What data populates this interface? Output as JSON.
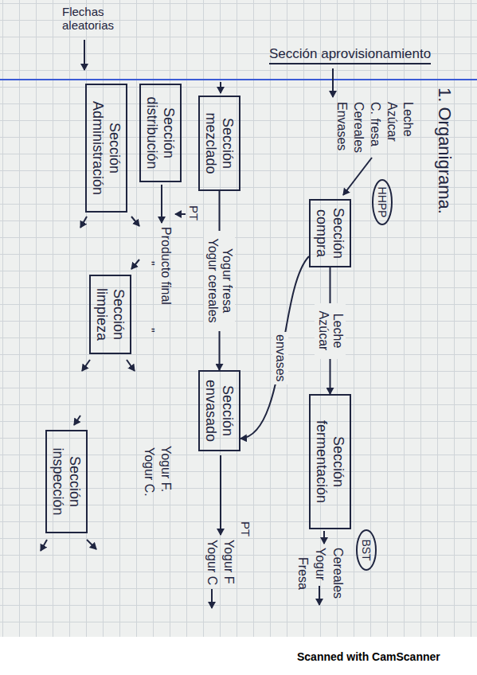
{
  "diagram": {
    "nodes": [
      {
        "text": [
          "HHPP"
        ]
      },
      {
        "text": [
          "Sección compra"
        ]
      },
      {
        "text": [
          "Sección fermentación"
        ]
      },
      {
        "text": [
          "BST"
        ]
      },
      {
        "text": [
          "Sección mezclado"
        ]
      },
      {
        "text": [
          "Sección envasado"
        ]
      },
      {
        "text": [
          "Sección distribución"
        ]
      },
      {
        "text": [
          "Sección Administración"
        ]
      },
      {
        "text": [
          "Sección limpieza"
        ]
      },
      {
        "text": [
          "Sección inspección"
        ]
      }
    ],
    "edges": [
      {
        "from": 1,
        "to": 2,
        "arrow": "to",
        "label": "Leche Azúcar"
      },
      {
        "from": 1,
        "to": 5,
        "arrow": "to",
        "label": "envases"
      },
      {
        "from": 4,
        "to": 5,
        "arrow": "to",
        "label": "Yogur fresa Yogur cereales"
      }
    ],
    "labels": [
      "Flechas aleatorias",
      "Sección aprovisionamiento",
      "1. Organigrama.",
      "Leche",
      "Azúcar",
      "C. fresa",
      "Cereales",
      "Envases",
      "Cereales",
      "Yogur",
      "Fresa",
      "PT",
      "Producto final",
      "\"",
      "\"",
      "Yogur F.",
      "Yogur C.",
      "PT",
      "Yogur F",
      "Yogur C",
      "Scanned with CamScanner"
    ]
  }
}
